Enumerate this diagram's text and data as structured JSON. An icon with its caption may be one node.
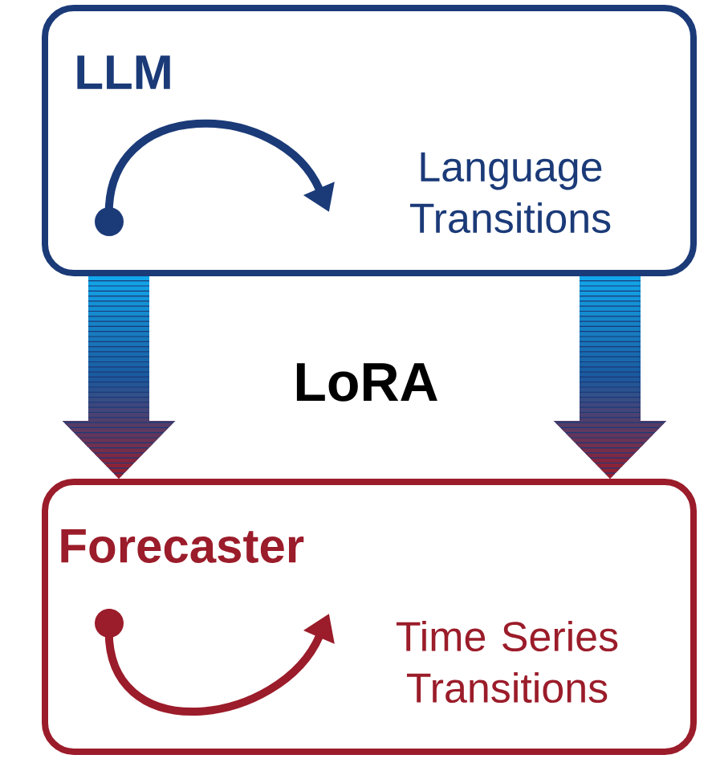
{
  "diagram": {
    "nodes": [
      {
        "text": [
          "LLM",
          "Language Transitions"
        ]
      },
      {
        "text": [
          "Forecaster",
          "Time Series Transitions"
        ]
      }
    ],
    "edges": [
      {
        "from": 0,
        "to": 1,
        "arrow": "to",
        "style": "thick"
      },
      {
        "from": 0,
        "to": 1,
        "arrow": "to",
        "style": "thick"
      }
    ],
    "labels": [
      "LoRA"
    ]
  }
}
